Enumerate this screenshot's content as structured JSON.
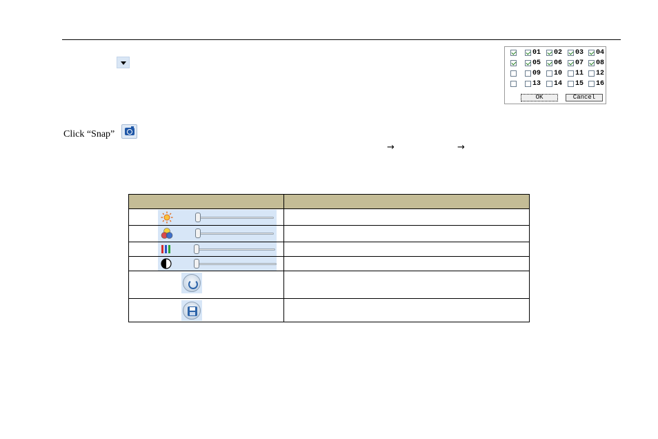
{
  "snap": {
    "label": "Click “Snap”"
  },
  "arrows": [
    "→",
    "→"
  ],
  "channels": {
    "rows": [
      {
        "all_checked": true,
        "items": [
          {
            "label": "01",
            "checked": true
          },
          {
            "label": "02",
            "checked": true
          },
          {
            "label": "03",
            "checked": true
          },
          {
            "label": "04",
            "checked": true
          }
        ]
      },
      {
        "all_checked": true,
        "items": [
          {
            "label": "05",
            "checked": true
          },
          {
            "label": "06",
            "checked": true
          },
          {
            "label": "07",
            "checked": true
          },
          {
            "label": "08",
            "checked": true
          }
        ]
      },
      {
        "all_checked": false,
        "items": [
          {
            "label": "09",
            "checked": false
          },
          {
            "label": "10",
            "checked": false
          },
          {
            "label": "11",
            "checked": false
          },
          {
            "label": "12",
            "checked": false
          }
        ]
      },
      {
        "all_checked": false,
        "items": [
          {
            "label": "13",
            "checked": false
          },
          {
            "label": "14",
            "checked": false
          },
          {
            "label": "15",
            "checked": false
          },
          {
            "label": "16",
            "checked": false
          }
        ]
      }
    ],
    "ok_label": "OK",
    "cancel_label": "Cancel"
  },
  "table": {
    "sliders": [
      {
        "icon": "brightness-sun-icon",
        "value": 0
      },
      {
        "icon": "color-hue-icon",
        "value": 0
      },
      {
        "icon": "saturation-bars-icon",
        "value": 0
      },
      {
        "icon": "contrast-half-circle-icon",
        "value": 0
      }
    ],
    "buttons": [
      {
        "icon": "refresh-icon"
      },
      {
        "icon": "save-icon"
      }
    ]
  }
}
